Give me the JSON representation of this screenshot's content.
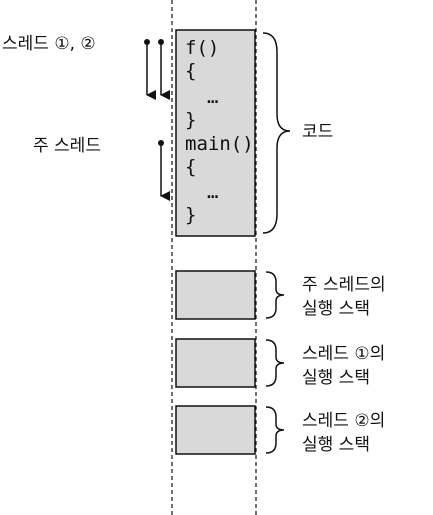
{
  "labels": {
    "threads_1_2": "스레드 ①, ②",
    "main_thread": "주 스레드",
    "code": "코드"
  },
  "code_lines": {
    "f": "f()",
    "f_open": "{",
    "f_dots": "…",
    "f_close": "}",
    "main": "main()",
    "main_open": "{",
    "main_dots": "…",
    "main_close": "}"
  },
  "stacks": [
    {
      "line1": "주 스레드의",
      "line2": "실행 스택"
    },
    {
      "line1": "스레드 ①의",
      "line2": "실행 스택"
    },
    {
      "line1": "스레드 ②의",
      "line2": "실행 스택"
    }
  ],
  "colors": {
    "box_fill": "#d9d9d9",
    "stroke": "#111111",
    "background": "#ffffff"
  }
}
